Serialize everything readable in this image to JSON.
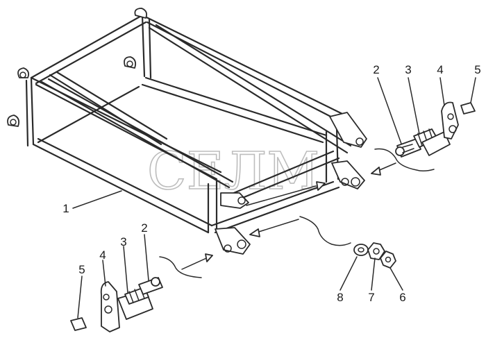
{
  "watermark": "СЕЛМ",
  "callouts": {
    "frame": "1",
    "right_2": "2",
    "right_3": "3",
    "right_4": "4",
    "right_5": "5",
    "left_2": "2",
    "left_3": "3",
    "left_4": "4",
    "left_5": "5",
    "washer_8": "8",
    "washer_7": "7",
    "washer_6": "6"
  }
}
